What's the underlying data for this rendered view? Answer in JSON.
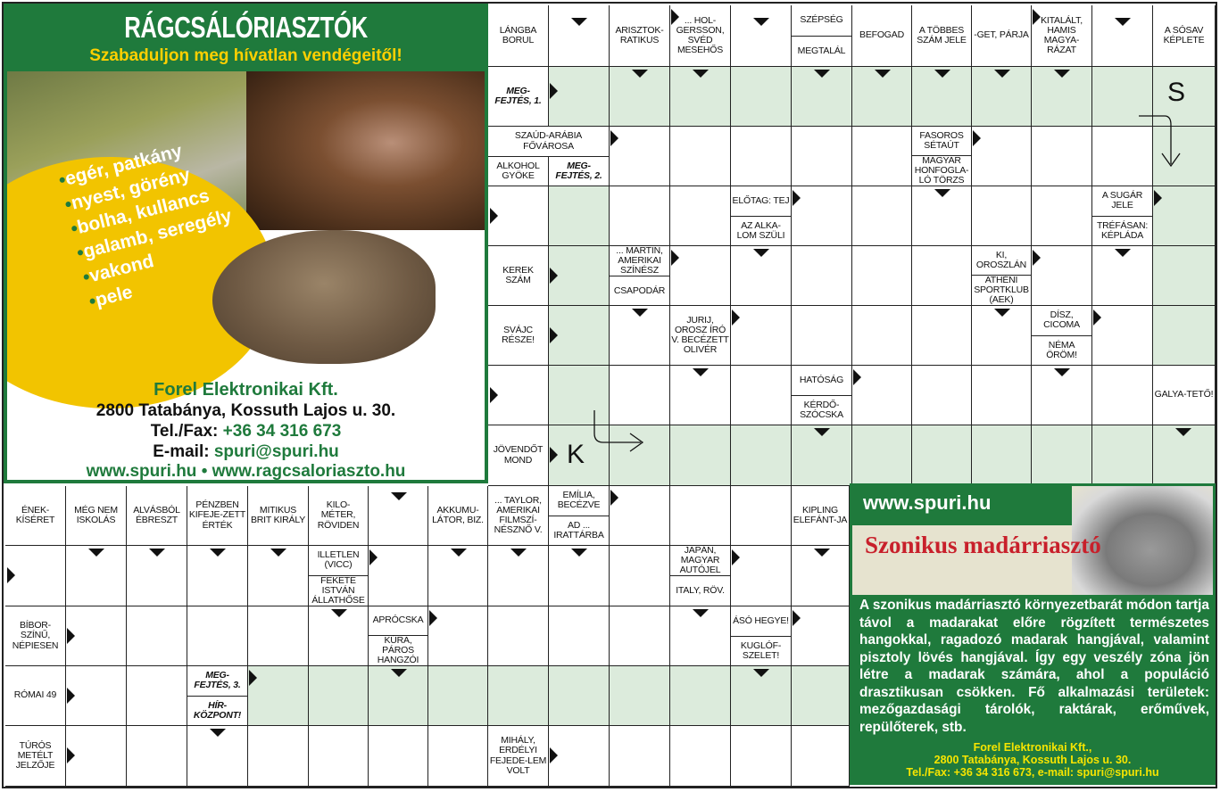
{
  "ad_left": {
    "title": "RÁGCSÁLÓRIASZTÓK",
    "subtitle": "Szabaduljon meg hívatlan vendégeitől!",
    "pests": [
      "egér, patkány",
      "nyest, görény",
      "bolha, kullancs",
      "galamb, seregély",
      "vakond",
      "pele"
    ],
    "company": "Forel Elektronikai Kft.",
    "address": "2800 Tatabánya, Kossuth Lajos u. 30.",
    "phone_label": "Tel./Fax:",
    "phone": "+36 34 316 673",
    "email_label": "E-mail:",
    "email": "spuri@spuri.hu",
    "websites": "www.spuri.hu • www.ragcsaloriaszto.hu",
    "colors": {
      "green": "#1f7a3c",
      "yellow": "#f2c400"
    }
  },
  "ad_right": {
    "url": "www.spuri.hu",
    "product": "Szonikus madárriasztó",
    "description": "A szonikus madárriasztó környezetbarát módon tartja távol a madarakat előre rögzített természetes hangokkal, ragadozó madarak hangjával, valamint pisztoly lövés hangjával. Így egy veszély zóna jön létre a madarak számára, ahol a populáció drasztikusan csökken. Fő alkalmazási területek: mezőgazdasági tárolók, raktárak, erőművek, repülőterek, stb.",
    "footer": [
      "Forel Elektronikai Kft.,",
      "2800 Tatabánya, Kossuth Lajos u. 30.",
      "Tel./Fax: +36 34 316 673, e-mail: spuri@spuri.hu"
    ],
    "colors": {
      "green": "#1f7a3c",
      "red": "#c8202b",
      "footer_text": "#f7e500"
    }
  },
  "puzzle": {
    "answer_letters": {
      "s": "S",
      "k": "K"
    },
    "shaded_solution_color": "#dcebdc",
    "clues": {
      "t1": [
        "LÁNGBA BORUL"
      ],
      "t2": [
        "ARISZTOK-RATIKUS"
      ],
      "t3": [
        "... HOL-GERSSON, SVÉD MESEHŐS"
      ],
      "t4": [
        "SZÉPSÉG",
        "MEGTALÁL"
      ],
      "t5": [
        "BEFOGAD"
      ],
      "t6": [
        "A TÖBBES SZÁM JELE"
      ],
      "t7": [
        "-GET, PÁRJA"
      ],
      "t8": [
        "KITALÁLT, HAMIS MAGYA-RÁZAT"
      ],
      "t9": [
        "A SÓSAV KÉPLETE"
      ],
      "m1": [
        "MEG-FEJTÉS, 1."
      ],
      "r2": [
        "SZAÚD-ARÁBIA FŐVÁROSA"
      ],
      "r3a": [
        "ALKOHOL GYÖKE"
      ],
      "r3b": [
        "MEG-FEJTÉS, 2."
      ],
      "fasoros": [
        "FASOROS SÉTAÚT",
        "MAGYAR HONFOGLA-LÓ TÖRZS"
      ],
      "elotag": [
        "ELŐTAG: TEJ",
        "AZ ALKA-LOM SZÜLI"
      ],
      "sugar": [
        "A SUGÁR JELE",
        "TRÉFÁSAN: KÉPLÁDA"
      ],
      "kerek": [
        "KEREK SZÁM"
      ],
      "martin": [
        "... MARTIN, AMERIKAI SZÍNÉSZ",
        "CSAPODÁR"
      ],
      "oroszlan": [
        "KI, OROSZLÁN",
        "ATHÉNI SPORTKLUB (AEK)"
      ],
      "svajc": [
        "SVÁJC RÉSZE!"
      ],
      "jurij": [
        "JURIJ, OROSZ ÍRÓ V. BECÉZETT OLIVÉR"
      ],
      "disz": [
        "DÍSZ, CICOMA",
        "NÉMA ÖRÖM!"
      ],
      "hatosag": [
        "HATÓSÁG",
        "KÉRDŐ-SZÓCSKA"
      ],
      "galya": [
        "GALYA-TETŐ!"
      ],
      "jovendo": [
        "JÖVENDŐT MOND"
      ],
      "b1": [
        "ÉNEK-KÍSÉRET"
      ],
      "b2": [
        "MÉG NEM ISKOLÁS"
      ],
      "b3": [
        "ALVÁSBÓL ÉBRESZT"
      ],
      "b4": [
        "PÉNZBEN KIFEJE-ZETT ÉRTÉK"
      ],
      "b5": [
        "MITIKUS BRIT KIRÁLY"
      ],
      "b6": [
        "KILO-MÉTER, RÖVIDEN"
      ],
      "b7": [
        "AKKUMU-LÁTOR, BIZ."
      ],
      "b8": [
        "... TAYLOR, AMERIKAI FILMSZÍ-NÉSZNŐ V."
      ],
      "b9": [
        "EMÍLIA, BECÉZVE",
        "AD ... IRATTÁRBA"
      ],
      "b10": [
        "KIPLING ELEFÁNT-JA"
      ],
      "illetlen": [
        "ILLETLEN (VICC)",
        "FEKETE ISTVÁN ÁLLATHŐSE"
      ],
      "japan": [
        "JAPÁN, MAGYAR AUTÓJEL",
        "ITALY, RÖV."
      ],
      "bibor": [
        "BÍBOR-SZÍNŰ, NÉPIESEN"
      ],
      "aprocska": [
        "APRÓCSKA",
        "KÚRA, PÁROS HANGZÓI"
      ],
      "aso": [
        "ÁSÓ HEGYE!",
        "KUGLÓF-SZELET!"
      ],
      "romai": [
        "RÓMAI 49"
      ],
      "m3": [
        "MEG-FEJTÉS, 3.",
        "HÍR-KÖZPONT!"
      ],
      "turos": [
        "TÚRÓS METÉLT JELZŐJE"
      ],
      "mihaly": [
        "MIHÁLY, ERDÉLYI FEJEDE-LEM VOLT"
      ]
    }
  }
}
